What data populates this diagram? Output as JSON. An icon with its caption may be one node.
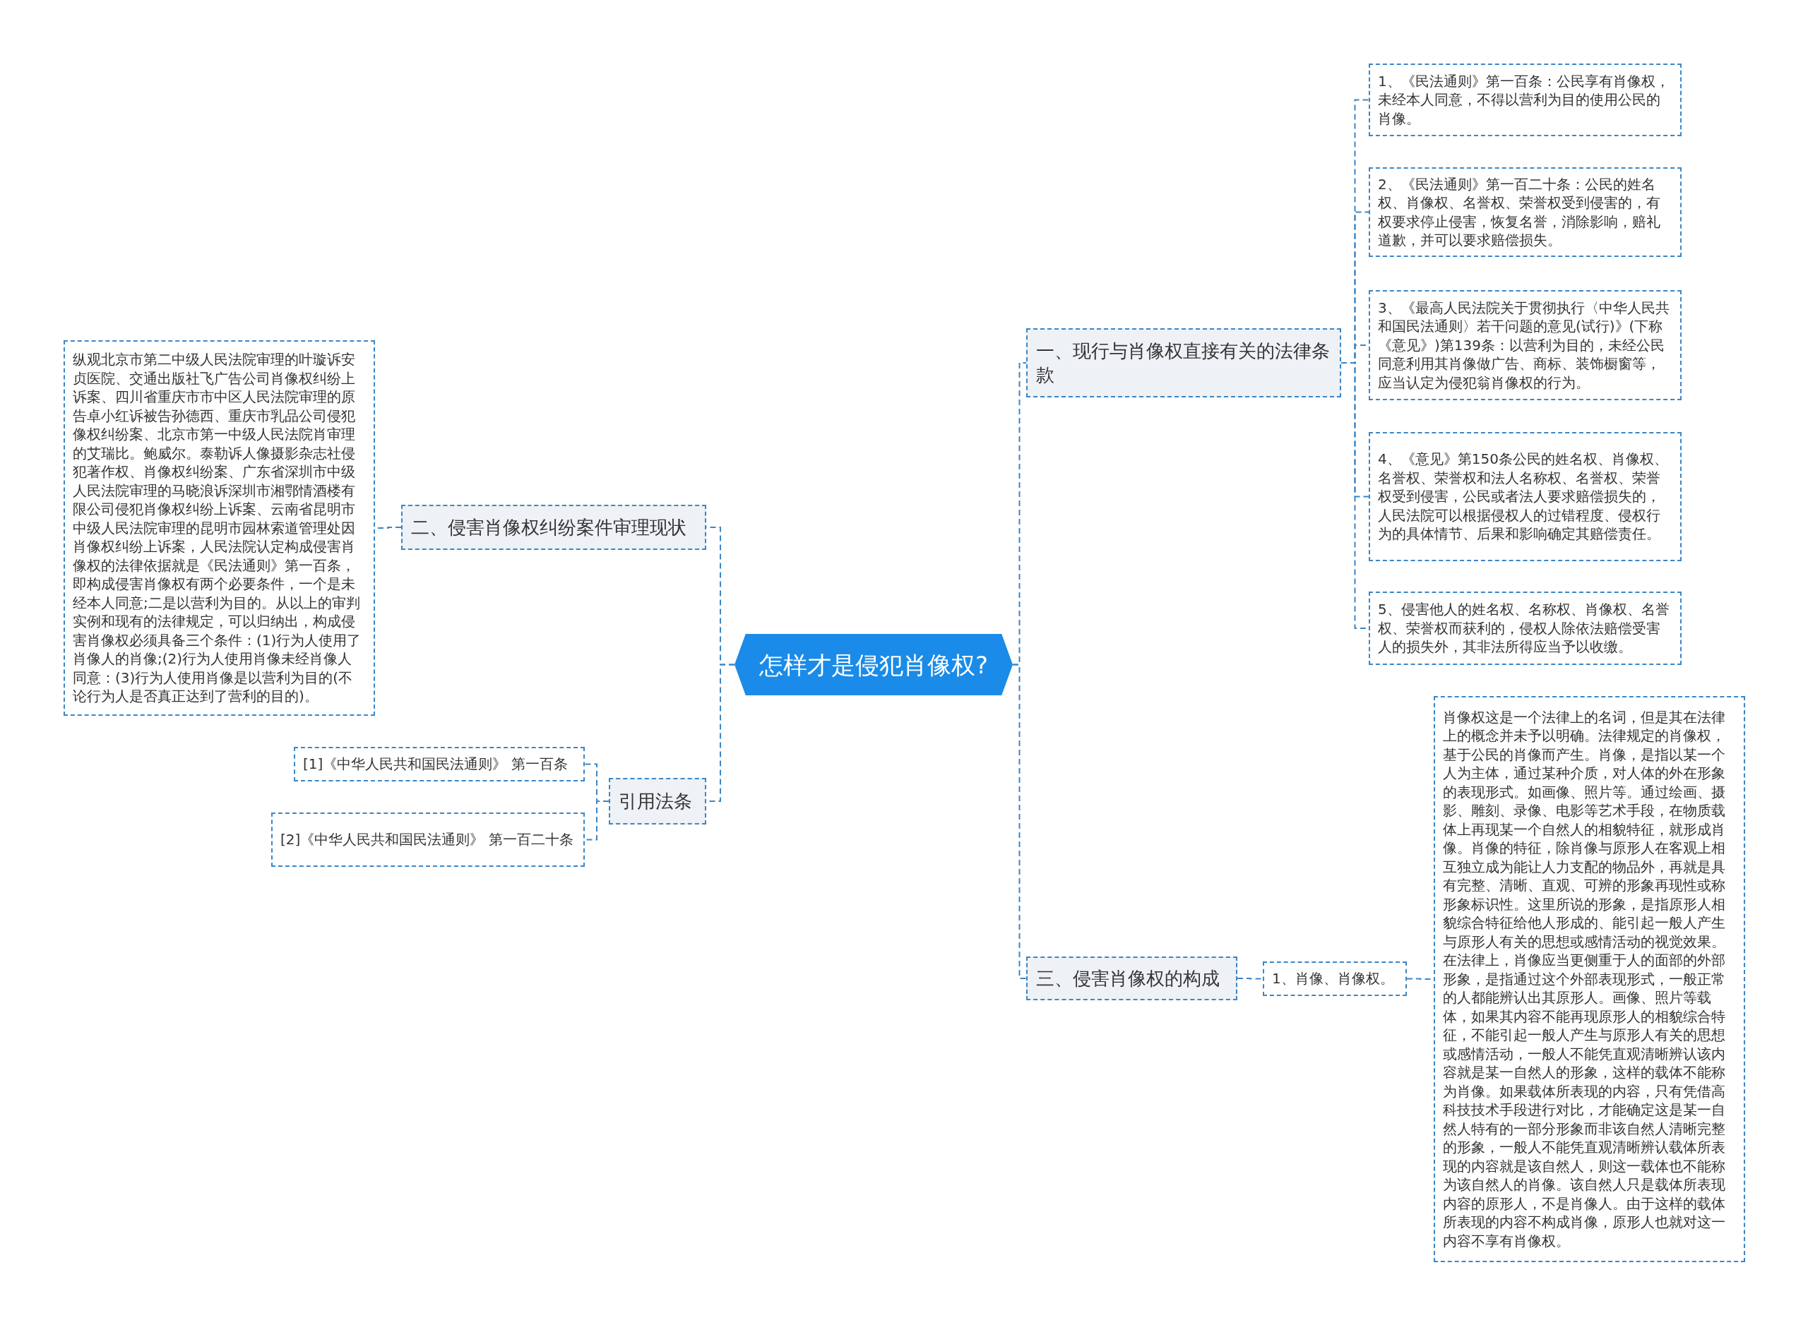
{
  "diagram": {
    "nodes": [
      {
        "text": [
          "怎样才是侵犯肖像权?"
        ]
      },
      {
        "text": [
          "一、现行与肖像权直接有关的法律条款"
        ]
      },
      {
        "text": [
          "1、《民法通则》第一百条：公民享有肖像权，未经本人同意，不得以营利为目的使用公民的肖像。"
        ]
      },
      {
        "text": [
          "2、《民法通则》第一百二十条：公民的姓名权、肖像权、名誉权、荣誉权受到侵害的，有权要求停止侵害，恢复名誉，消除影响，赔礼道歉，并可以要求赔偿损失。"
        ]
      },
      {
        "text": [
          "3、《最高人民法院关于贯彻执行〈中华人民共和国民法通则〉若干问题的意见(试行)》(下称《意见》)第139条：以营利为目的，未经公民同意利用其肖像做广告、商标、装饰橱窗等，应当认定为侵犯翁肖像权的行为。"
        ]
      },
      {
        "text": [
          "4、《意见》第150条公民的姓名权、肖像权、名誉权、荣誉权和法人名称权、名誉权、荣誉权受到侵害，公民或者法人要求赔偿损失的，人民法院可以根据侵权人的过错程度、侵权行为的具体情节、后果和影响确定其赔偿责任。"
        ]
      },
      {
        "text": [
          "5、侵害他人的姓名权、名称权、肖像权、名誉权、荣誉权而获利的，侵权人除依法赔偿受害人的损失外，其非法所得应当予以收缴。"
        ]
      },
      {
        "text": [
          "二、侵害肖像权纠纷案件审理现状"
        ]
      },
      {
        "text": [
          "纵观北京市第二中级人民法院审理的叶璇诉安贞医院、交通出版社飞广告公司肖像权纠纷上诉案、四川省重庆市市中区人民法院审理的原告卓小红诉被告孙德西、重庆市乳品公司侵犯像权纠纷案、北京市第一中级人民法院肖审理的艾瑞比。鲍威尔。泰勒诉人像摄影杂志社侵犯著作权、肖像权纠纷案、广东省深圳市中级人民法院审理的马晓浪诉深圳市湘鄂情酒楼有限公司侵犯肖像权纠纷上诉案、云南省昆明市中级人民法院审理的昆明市园林索道管理处因肖像权纠纷上诉案，人民法院认定构成侵害肖像权的法律依据就是《民法通则》第一百条，即构成侵害肖像权有两个必要条件，一个是未经本人同意;二是以营利为目的。从以上的审判实例和现有的法律规定，可以归纳出，构成侵害肖像权必须具备三个条件：(1)行为人使用了肖像人的肖像;(2)行为人使用肖像未经肖像人同意：(3)行为人使用肖像是以营利为目的(不论行为人是否真正达到了营利的目的)。"
        ]
      },
      {
        "text": [
          "引用法条"
        ]
      },
      {
        "text": [
          "[1]《中华人民共和国民法通则》 第一百条"
        ]
      },
      {
        "text": [
          "[2]《中华人民共和国民法通则》 第一百二十条"
        ]
      },
      {
        "text": [
          "三、侵害肖像权的构成"
        ]
      },
      {
        "text": [
          "1、肖像、肖像权。"
        ]
      },
      {
        "text": [
          "肖像权这是一个法律上的名词，但是其在法律上的概念并未予以明确。法律规定的肖像权，基于公民的肖像而产生。肖像，是指以某一个人为主体，通过某种介质，对人体的外在形象的表现形式。如画像、照片等。通过绘画、摄影、雕刻、录像、电影等艺术手段，在物质载体上再现某一个自然人的相貌特征，就形成肖像。肖像的特征，除肖像与原形人在客观上相互独立成为能让人力支配的物品外，再就是具有完整、清晰、直观、可辨的形象再现性或称形象标识性。这里所说的形象，是指原形人相貌综合特征给他人形成的、能引起一般人产生与原形人有关的思想或感情活动的视觉效果。在法律上，肖像应当更侧重于人的面部的外部形象，是指通过这个外部表现形式，一般正常的人都能辨认出其原形人。画像、照片等载体，如果其内容不能再现原形人的相貌综合特征，不能引起一般人产生与原形人有关的思想或感情活动，一般人不能凭直观清晰辨认该内容就是某一自然人的形象，这样的载体不能称为肖像。如果载体所表现的内容，只有凭借高科技技术手段进行对比，才能确定这是某一自然人特有的一部分形象而非该自然人清晰完整的形象，一般人不能凭直观清晰辨认载体所表现的内容就是该自然人，则这一载体也不能称为该自然人的肖像。该自然人只是载体所表现内容的原形人，不是肖像人。由于这样的载体所表现的内容不构成肖像，原形人也就对这一内容不享有肖像权。"
        ]
      }
    ],
    "edges": [
      {
        "from": 0,
        "to": 1,
        "arrow": "none"
      },
      {
        "from": 1,
        "to": 2,
        "arrow": "none"
      },
      {
        "from": 1,
        "to": 3,
        "arrow": "none"
      },
      {
        "from": 1,
        "to": 4,
        "arrow": "none"
      },
      {
        "from": 1,
        "to": 5,
        "arrow": "none"
      },
      {
        "from": 1,
        "to": 6,
        "arrow": "none"
      },
      {
        "from": 0,
        "to": 7,
        "arrow": "none"
      },
      {
        "from": 7,
        "to": 8,
        "arrow": "none"
      },
      {
        "from": 0,
        "to": 9,
        "arrow": "none"
      },
      {
        "from": 9,
        "to": 10,
        "arrow": "none"
      },
      {
        "from": 9,
        "to": 11,
        "arrow": "none"
      },
      {
        "from": 0,
        "to": 12,
        "arrow": "none"
      },
      {
        "from": 12,
        "to": 13,
        "arrow": "none"
      },
      {
        "from": 13,
        "to": 14,
        "arrow": "none"
      }
    ]
  }
}
